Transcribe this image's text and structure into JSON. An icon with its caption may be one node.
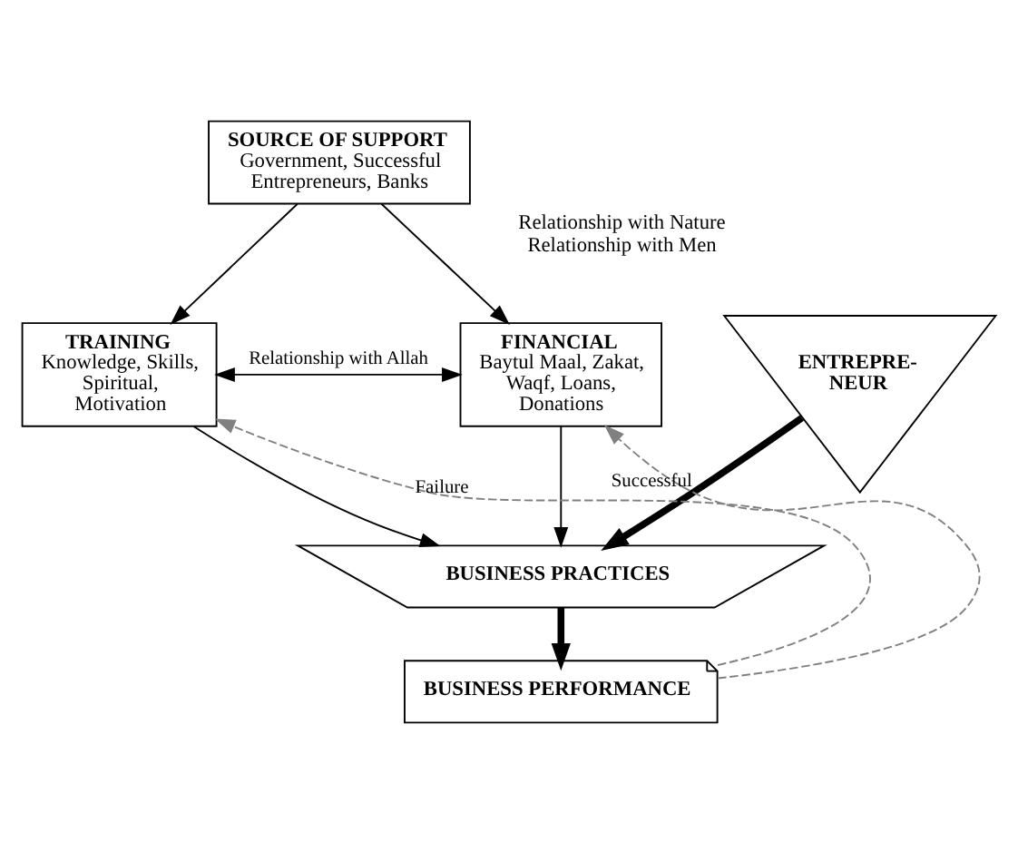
{
  "diagram": {
    "nodes": [
      {
        "text": [
          "SOURCE OF SUPPORT",
          "Government, Successful Entrepreneurs, Banks"
        ]
      },
      {
        "text": [
          "TRAINING",
          "Knowledge, Skills, Spiritual, Motivation"
        ]
      },
      {
        "text": [
          "ENTREPRE- NEUR"
        ],
        "beside": [
          "Relationship with Nature",
          "Relationship with Men"
        ]
      },
      {
        "text": [
          "FINANCIAL",
          "Baytul Maal, Zakat, Waqf, Loans, Donations"
        ]
      },
      {
        "text": [
          "BUSINESS PRACTICES"
        ]
      },
      {
        "text": [
          "BUSINESS PERFORMANCE"
        ]
      }
    ],
    "edges": [
      {
        "from": 0,
        "to": 1,
        "arrow": "to"
      },
      {
        "from": 0,
        "to": 3,
        "arrow": "to"
      },
      {
        "from": 1,
        "to": 3,
        "arrow": "both",
        "label": "Relationship with Allah"
      },
      {
        "from": 2,
        "to": 4,
        "arrow": "to",
        "style": "thick"
      },
      {
        "from": 1,
        "to": 4,
        "arrow": "to"
      },
      {
        "from": 3,
        "to": 4,
        "arrow": "to"
      },
      {
        "from": 4,
        "to": 5,
        "arrow": "to",
        "style": "thick"
      },
      {
        "from": 5,
        "to": 1,
        "arrow": "to",
        "style": "dashed",
        "label": "Failure",
        "color": "#808080"
      },
      {
        "from": 5,
        "to": 3,
        "arrow": "to",
        "style": "dashed",
        "label": "Successful",
        "color": "#808080"
      }
    ]
  }
}
